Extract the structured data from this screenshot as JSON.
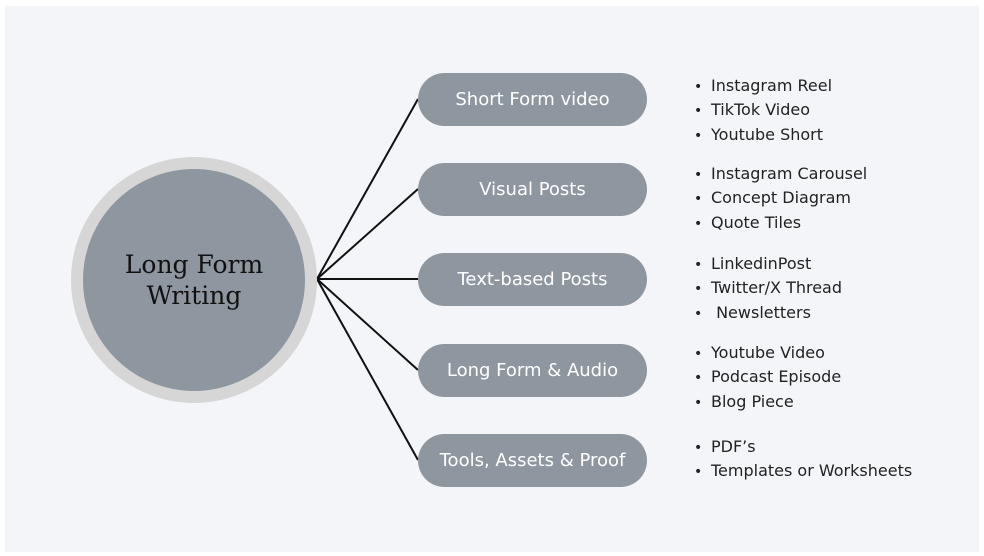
{
  "center": {
    "line1": "Long Form",
    "line2": "Writing"
  },
  "categories": [
    {
      "label": "Short Form video",
      "items": [
        "Instagram Reel",
        "TikTok Video",
        "Youtube Short"
      ]
    },
    {
      "label": "Visual Posts",
      "items": [
        "Instagram Carousel",
        "Concept Diagram",
        "Quote Tiles"
      ]
    },
    {
      "label": "Text-based Posts",
      "items": [
        "LinkedinPost",
        "Twitter/X Thread",
        " Newsletters"
      ]
    },
    {
      "label": "Long Form & Audio",
      "items": [
        "Youtube Video",
        "Podcast Episode",
        "Blog Piece"
      ]
    },
    {
      "label": "Tools, Assets & Proof",
      "items": [
        "PDF’s",
        "Templates or Worksheets"
      ]
    }
  ],
  "bullet_glyph": "•",
  "colors": {
    "background": "#f3f5f9",
    "node_fill": "#8e979f",
    "ring": "#d6d6d6",
    "connector": "#111111",
    "node_text": "#ffffff"
  }
}
